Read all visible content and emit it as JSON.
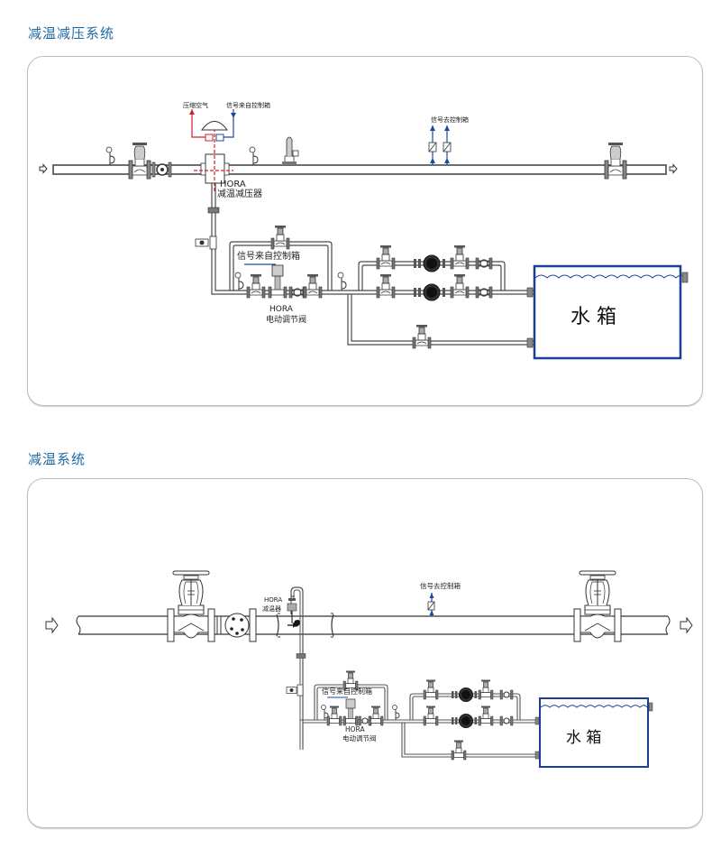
{
  "sections": [
    {
      "title": "减温减压系统",
      "labels": {
        "compressed_air": "压缩空气",
        "signal_from_control_top": "信号来自控制箱",
        "signal_to_control": "信号去控制箱",
        "device_brand": "HORA",
        "device_name": "减温减压器",
        "signal_from_control_bypass": "信号来自控制箱",
        "valve_brand": "HORA",
        "valve_name": "电动调节阀",
        "tank": "水 箱"
      }
    },
    {
      "title": "减温系统",
      "labels": {
        "device_brand": "HORA",
        "device_name": "减温器",
        "signal_to_control": "信号去控制箱",
        "signal_from_control_bypass": "信号来自控制箱",
        "valve_brand": "HORA",
        "valve_name": "电动调节阀",
        "tank": "水 箱"
      }
    }
  ],
  "colors": {
    "title": "#1f6aa6",
    "tank_border": "#1c3f94",
    "signal_line": "#1a4aa0",
    "air_line": "#d4202a",
    "pipe": "#4a4a4a"
  }
}
